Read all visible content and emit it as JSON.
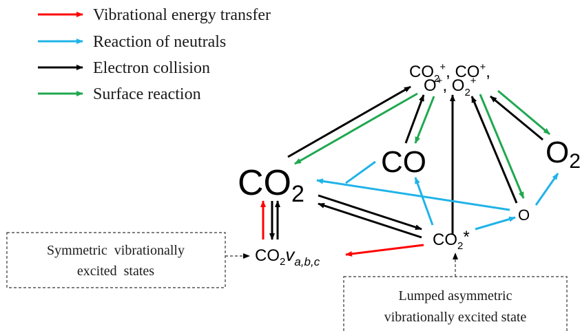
{
  "colors": {
    "vibrational": "#ff0000",
    "neutrals": "#1fb3e8",
    "electron": "#000000",
    "surface": "#1fa84f"
  },
  "legend": [
    {
      "label": "Vibrational energy transfer",
      "color_key": "vibrational"
    },
    {
      "label": "Reaction of neutrals",
      "color_key": "neutrals"
    },
    {
      "label": "Electron collision",
      "color_key": "electron"
    },
    {
      "label": "Surface reaction",
      "color_key": "surface"
    }
  ],
  "nodes": {
    "ions_line1": {
      "parts": [
        "CO",
        "2",
        "+",
        ", CO",
        "+",
        ","
      ]
    },
    "ions_line2": {
      "parts": [
        "O",
        "+",
        ", O",
        "2",
        "+"
      ]
    },
    "co2": {
      "base": "CO",
      "sub": "2"
    },
    "co": {
      "label": "CO"
    },
    "o2": {
      "base": "O",
      "sub": "2"
    },
    "o": {
      "label": "O"
    },
    "co2_star": {
      "base": "CO",
      "sub": "2",
      "sup": "*"
    },
    "co2_v": {
      "base": "CO",
      "sub": "2",
      "v": "v",
      "v_sub": "a,b,c"
    }
  },
  "boxes": {
    "symmetric": {
      "line1": "Symmetric  vibrationally",
      "line2": "excited  states"
    },
    "lumped": {
      "line1": "Lumped asymmetric",
      "line2": "vibrationally excited state"
    }
  }
}
